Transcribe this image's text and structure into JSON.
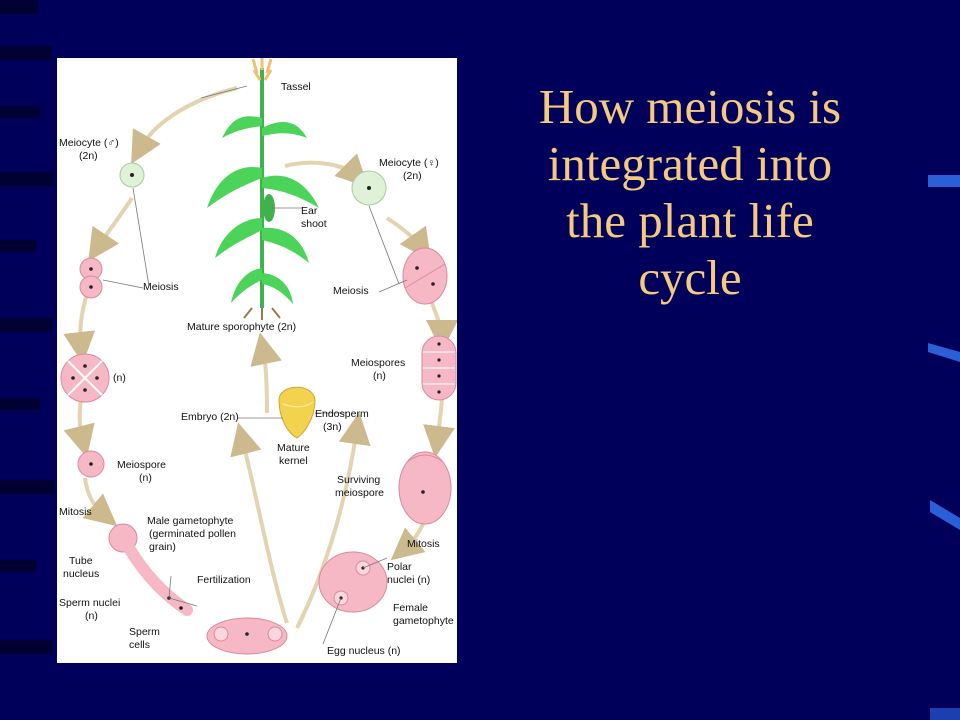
{
  "slide": {
    "title_line1": "How meiosis is",
    "title_line2": "integrated into",
    "title_line3": "the plant life",
    "title_line4": "cycle"
  },
  "diagram": {
    "tassel": "Tassel",
    "meiocyte_male_1": "Meiocyte (♂)",
    "meiocyte_male_2": "(2n)",
    "meiocyte_female_1": "Meiocyte (♀)",
    "meiocyte_female_2": "(2n)",
    "ear_shoot_1": "Ear",
    "ear_shoot_2": "shoot",
    "meiosis_left": "Meiosis",
    "meiosis_right": "Meiosis",
    "mature_sporophyte": "Mature sporophyte (2n)",
    "tetrad_n": "(n)",
    "meiospores_1": "Meiospores",
    "meiospores_2": "(n)",
    "embryo": "Embryo (2n)",
    "endosperm_1": "Endosperm",
    "endosperm_2": "(3n)",
    "mature_kernel_1": "Mature",
    "mature_kernel_2": "kernel",
    "meiospore_1": "Meiospore",
    "meiospore_2": "(n)",
    "surviving_1": "Surviving",
    "surviving_2": "meiospore",
    "mitosis_left": "Mitosis",
    "male_gam_1": "Male gametophyte",
    "male_gam_2": "(germinated pollen",
    "male_gam_3": "grain)",
    "mitosis_right": "Mitosis",
    "tube_nucleus_1": "Tube",
    "tube_nucleus_2": "nucleus",
    "fertilization": "Fertilization",
    "polar_1": "Polar",
    "polar_2": "nuclei (n)",
    "sperm_nuclei_1": "Sperm nuclei",
    "sperm_nuclei_2": "(n)",
    "female_gam_1": "Female",
    "female_gam_2": "gametophyte",
    "sperm_cells_1": "Sperm",
    "sperm_cells_2": "cells",
    "egg_nucleus": "Egg nucleus (n)"
  },
  "colors": {
    "background": "#00005a",
    "title": "#f5c97e",
    "cell_pink": "#f6b8c4",
    "plant_green": "#4bd35a",
    "arrow_tan": "#e3d3b1",
    "kernel_yellow": "#f2d24e"
  }
}
